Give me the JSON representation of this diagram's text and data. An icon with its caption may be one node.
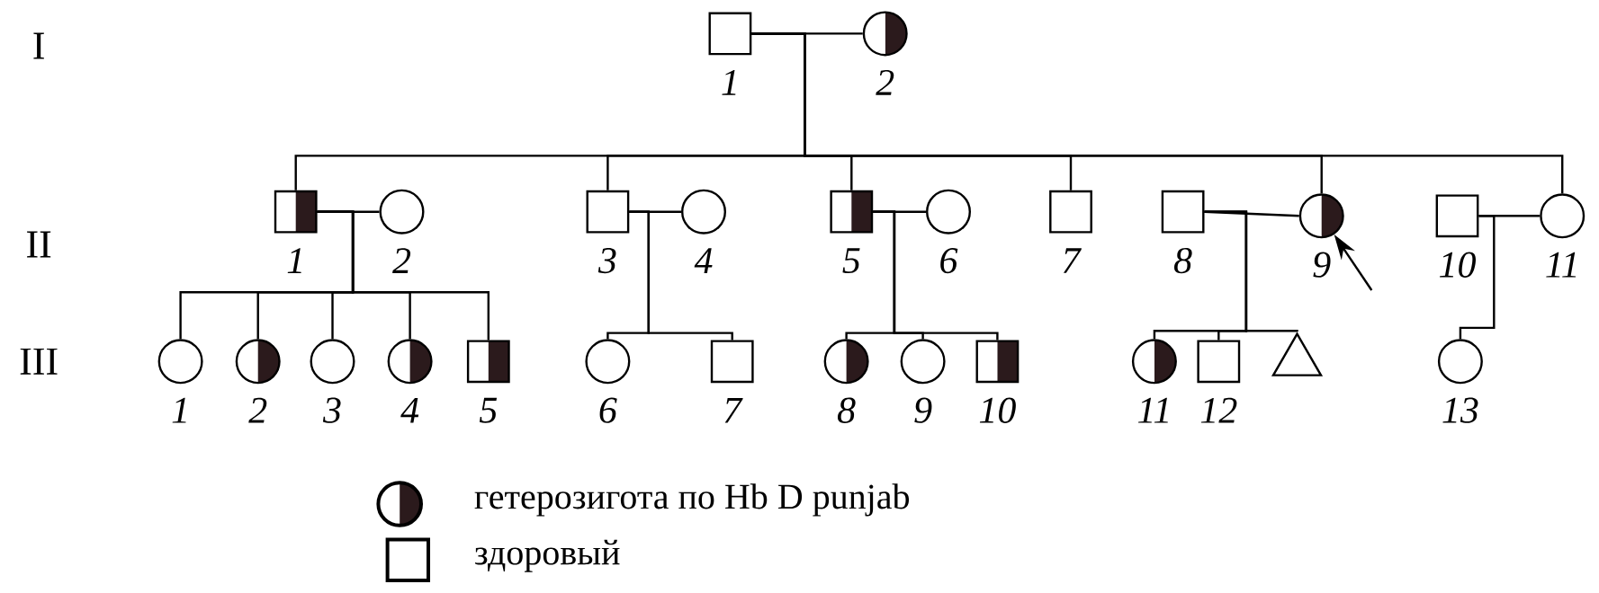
{
  "diagram": {
    "nodes": [
      {
        "text": [],
        "shape": "box",
        "beside": [
          "1"
        ]
      },
      {
        "text": [],
        "shape": "half-filled-circle",
        "beside": [
          "2"
        ]
      },
      {
        "text": [],
        "shape": "half-filled-box",
        "beside": [
          "1"
        ]
      },
      {
        "text": [],
        "shape": "circle",
        "beside": [
          "2"
        ]
      },
      {
        "text": [],
        "shape": "box",
        "beside": [
          "3"
        ]
      },
      {
        "text": [],
        "shape": "circle",
        "beside": [
          "4"
        ]
      },
      {
        "text": [],
        "shape": "half-filled-box",
        "beside": [
          "5"
        ]
      },
      {
        "text": [],
        "shape": "circle",
        "beside": [
          "6"
        ]
      },
      {
        "text": [],
        "shape": "box",
        "beside": [
          "7"
        ]
      },
      {
        "text": [],
        "shape": "box",
        "beside": [
          "8"
        ]
      },
      {
        "text": [],
        "shape": "half-filled-circle",
        "beside": [
          "9"
        ]
      },
      {
        "text": [],
        "shape": "box",
        "beside": [
          "10"
        ]
      },
      {
        "text": [],
        "shape": "circle",
        "beside": [
          "11"
        ]
      },
      {
        "text": [],
        "shape": "circle",
        "beside": [
          "1"
        ]
      },
      {
        "text": [],
        "shape": "half-filled-circle",
        "beside": [
          "2"
        ]
      },
      {
        "text": [],
        "shape": "circle",
        "beside": [
          "3"
        ]
      },
      {
        "text": [],
        "shape": "half-filled-circle",
        "beside": [
          "4"
        ]
      },
      {
        "text": [],
        "shape": "half-filled-box",
        "beside": [
          "5"
        ]
      },
      {
        "text": [],
        "shape": "circle",
        "beside": [
          "6"
        ]
      },
      {
        "text": [],
        "shape": "box",
        "beside": [
          "7"
        ]
      },
      {
        "text": [],
        "shape": "half-filled-circle",
        "beside": [
          "8"
        ]
      },
      {
        "text": [],
        "shape": "circle",
        "beside": [
          "9"
        ]
      },
      {
        "text": [],
        "shape": "half-filled-box",
        "beside": [
          "10"
        ]
      },
      {
        "text": [],
        "shape": "half-filled-circle",
        "beside": [
          "11"
        ]
      },
      {
        "text": [],
        "shape": "box",
        "beside": [
          "12"
        ]
      },
      {
        "text": [],
        "shape": "triangle"
      },
      {
        "text": [],
        "shape": "circle",
        "beside": [
          "13"
        ]
      }
    ],
    "edges": [
      {
        "from": 0,
        "to": 1,
        "arrow": "none"
      },
      {
        "from": 2,
        "to": 3,
        "arrow": "none"
      },
      {
        "from": 4,
        "to": 5,
        "arrow": "none"
      },
      {
        "from": 6,
        "to": 7,
        "arrow": "none"
      },
      {
        "from": 9,
        "to": 10,
        "arrow": "none"
      },
      {
        "from": 11,
        "to": 12,
        "arrow": "none"
      },
      {
        "from": 0,
        "to": 2,
        "arrow": "none"
      },
      {
        "from": 0,
        "to": 4,
        "arrow": "none"
      },
      {
        "from": 0,
        "to": 6,
        "arrow": "none"
      },
      {
        "from": 0,
        "to": 8,
        "arrow": "none"
      },
      {
        "from": 0,
        "to": 10,
        "arrow": "none"
      },
      {
        "from": 0,
        "to": 12,
        "arrow": "none"
      },
      {
        "from": 2,
        "to": 13,
        "arrow": "none"
      },
      {
        "from": 2,
        "to": 14,
        "arrow": "none"
      },
      {
        "from": 2,
        "to": 15,
        "arrow": "none"
      },
      {
        "from": 2,
        "to": 16,
        "arrow": "none"
      },
      {
        "from": 2,
        "to": 17,
        "arrow": "none"
      },
      {
        "from": 4,
        "to": 18,
        "arrow": "none"
      },
      {
        "from": 4,
        "to": 19,
        "arrow": "none"
      },
      {
        "from": 6,
        "to": 20,
        "arrow": "none"
      },
      {
        "from": 6,
        "to": 21,
        "arrow": "none"
      },
      {
        "from": 6,
        "to": 22,
        "arrow": "none"
      },
      {
        "from": 9,
        "to": 23,
        "arrow": "none"
      },
      {
        "from": 9,
        "to": 24,
        "arrow": "none"
      },
      {
        "from": 9,
        "to": 25,
        "arrow": "none"
      },
      {
        "from": 11,
        "to": 26,
        "arrow": "none"
      },
      {
        "from": null,
        "to": 10,
        "arrow": "to"
      }
    ],
    "labels": [
      "I",
      "II",
      "III"
    ],
    "legend": [
      {
        "text": "гетерозигота по Hb  D  punjab"
      },
      {
        "text": "здоровый"
      }
    ]
  }
}
